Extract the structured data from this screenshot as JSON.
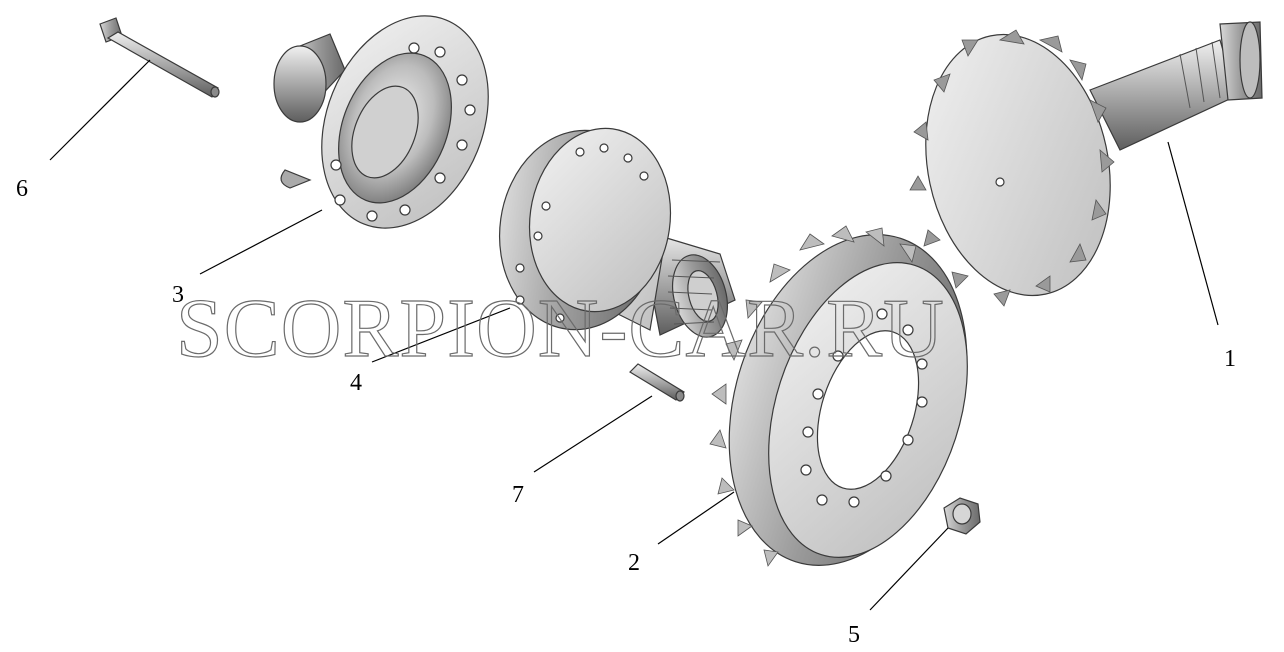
{
  "watermark": "SCORPION-CAR.RU",
  "parts": [
    {
      "id": "1",
      "label": "1",
      "icon": "bevel-pinion-gear-shaft"
    },
    {
      "id": "2",
      "label": "2",
      "icon": "ring-gear"
    },
    {
      "id": "3",
      "label": "3",
      "icon": "differential-case-half"
    },
    {
      "id": "4",
      "label": "4",
      "icon": "differential-case-with-splined-hub"
    },
    {
      "id": "5",
      "label": "5",
      "icon": "nut"
    },
    {
      "id": "6",
      "label": "6",
      "icon": "bolt"
    },
    {
      "id": "7",
      "label": "7",
      "icon": "dowel-pin"
    }
  ],
  "colors": {
    "metal_light": "#e6e6e6",
    "metal_mid": "#b5b5b5",
    "metal_dark": "#6f6f6f",
    "outline": "#3a3a3a"
  }
}
